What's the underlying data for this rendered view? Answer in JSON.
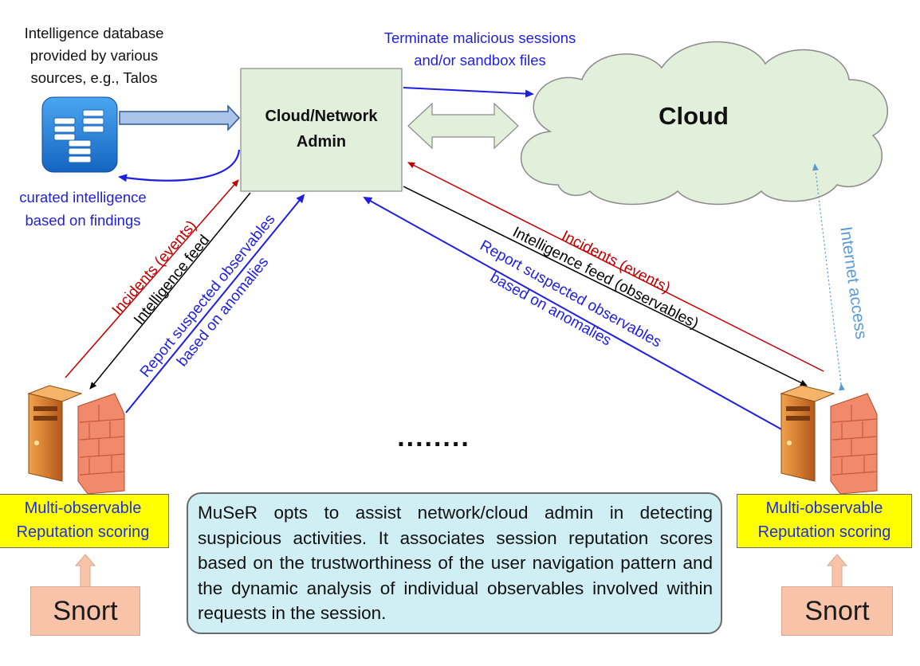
{
  "intel_source": {
    "lines": [
      "Intelligence database",
      "provided by various",
      "sources, e.g., Talos"
    ]
  },
  "curated": {
    "lines": [
      "curated  intelligence",
      "based on findings"
    ]
  },
  "terminate": {
    "lines": [
      "Terminate malicious sessions",
      "and/or sandbox files"
    ]
  },
  "admin": {
    "lines": [
      "Cloud/Network",
      "Admin"
    ]
  },
  "cloud": {
    "label": "Cloud"
  },
  "left_arrows": {
    "incidents": "Incidents (events)",
    "feed": "Intelligence feed",
    "report_1": "Report suspected observables",
    "report_2": "based on anomalies"
  },
  "right_arrows": {
    "incidents": "Incidents (events)",
    "feed": "Intelligence feed (observables)",
    "report_1": "Report suspected observables",
    "report_2": "based on anomalies"
  },
  "internet": {
    "label": "Internet access"
  },
  "ellipsis": "........",
  "scoring_left": {
    "lines": [
      "Multi-observable",
      "Reputation scoring"
    ]
  },
  "scoring_right": {
    "lines": [
      "Multi-observable",
      "Reputation scoring"
    ]
  },
  "snort_left": "Snort",
  "snort_right": "Snort",
  "note": "MuSeR opts to assist network/cloud admin in detecting suspicious activities. It associates session reputation scores based on the trustworthiness of the user navigation pattern and the dynamic analysis of individual observables involved within requests in the session.",
  "colors": {
    "incident": "#c00000",
    "feed": "#000000",
    "report": "#1f1fe0",
    "internet": "#5b9bd5",
    "admin_fill": "#e2efda",
    "cloud_fill": "#e2efda"
  }
}
